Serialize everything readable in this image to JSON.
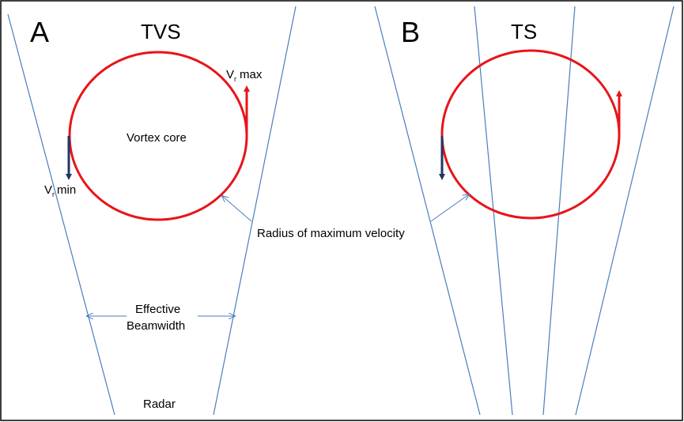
{
  "panel_a": {
    "letter": "A",
    "title": "TVS",
    "vortex_core_label": "Vortex core",
    "vr_max": {
      "symbol": "V",
      "subscript": "r",
      "suffix": "max"
    },
    "vr_min": {
      "symbol": "V",
      "subscript": "r",
      "suffix": "min"
    },
    "beamwidth_label_line1": "Effective",
    "beamwidth_label_line2": "Beamwidth",
    "radar_label": "Radar"
  },
  "panel_b": {
    "letter": "B",
    "title": "TS"
  },
  "shared": {
    "radius_label": "Radius of maximum velocity"
  },
  "colors": {
    "beam_line": "#4a7ebb",
    "circle": "#e8141a",
    "arrow_up": "#e8141a",
    "arrow_down": "#1f3864",
    "frame": "#000000"
  }
}
